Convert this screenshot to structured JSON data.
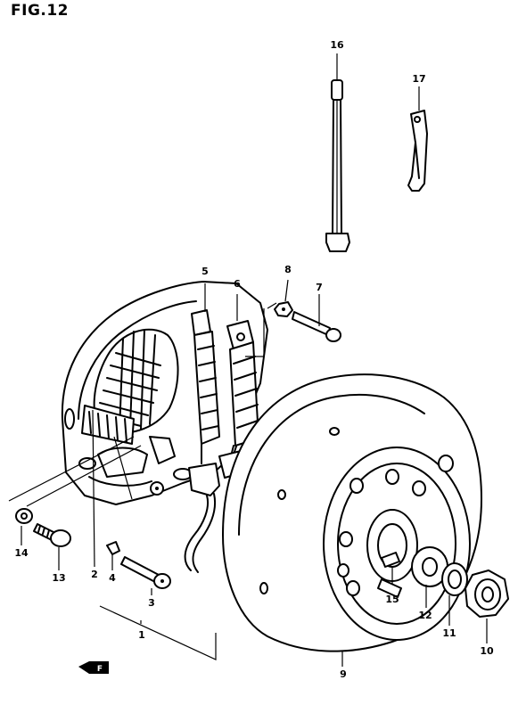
{
  "figure": {
    "title": "FIG.12"
  },
  "callouts": [
    "1",
    "2",
    "3",
    "4",
    "5",
    "6",
    "7",
    "8",
    "9",
    "10",
    "11",
    "12",
    "13",
    "14",
    "15",
    "16",
    "17"
  ],
  "front_marker": {
    "label": "F"
  },
  "colors": {
    "ink": "#000000",
    "paper": "#ffffff"
  }
}
